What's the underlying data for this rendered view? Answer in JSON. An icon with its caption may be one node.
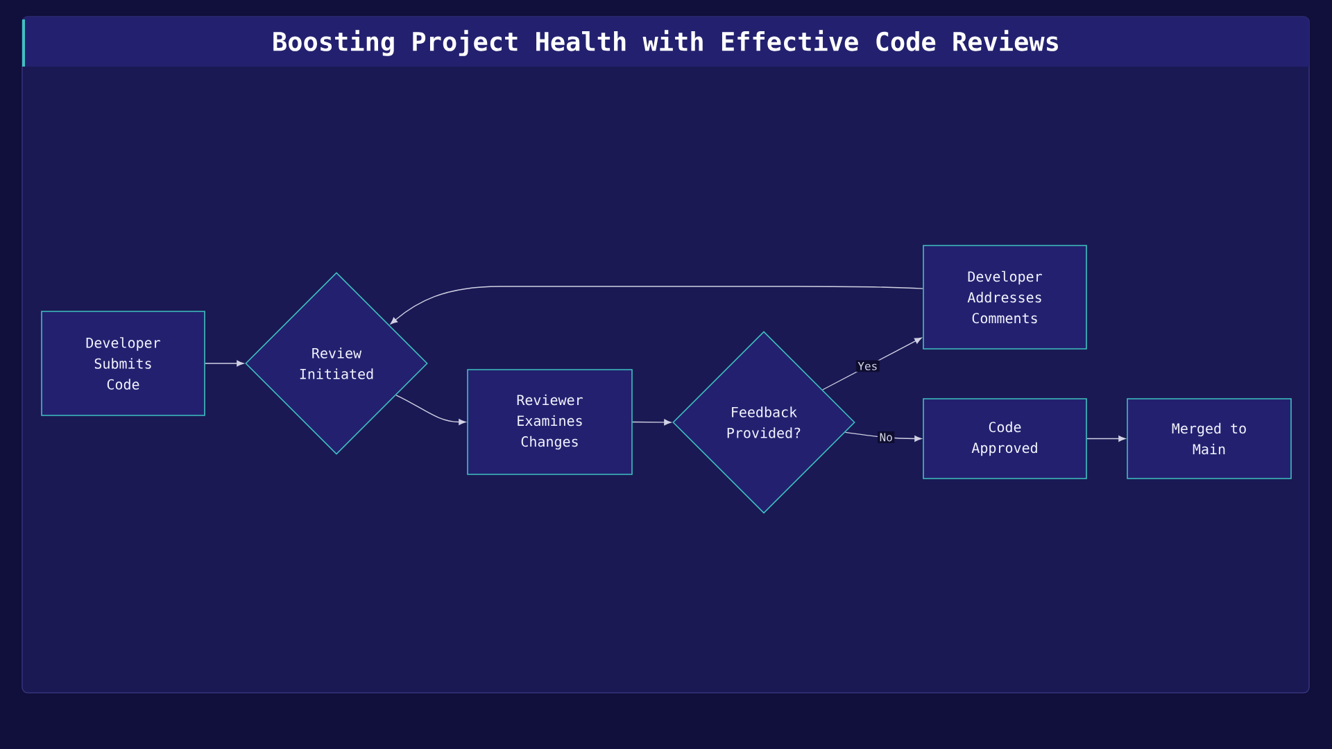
{
  "diagram": {
    "title": "Boosting Project Health with Effective Code Reviews",
    "nodes": [
      {
        "text": [
          "Developer Submits Code"
        ]
      },
      {
        "text": [
          "Review Initiated"
        ]
      },
      {
        "text": [
          "Reviewer Examines Changes"
        ]
      },
      {
        "text": [
          "Feedback Provided?"
        ]
      },
      {
        "text": [
          "Developer Addresses Comments"
        ]
      },
      {
        "text": [
          "Code Approved"
        ]
      },
      {
        "text": [
          "Merged to Main"
        ]
      }
    ],
    "edges": [
      {
        "from": 0,
        "to": 1,
        "arrow": "to"
      },
      {
        "from": 1,
        "to": 2,
        "arrow": "to"
      },
      {
        "from": 2,
        "to": 3,
        "arrow": "to"
      },
      {
        "from": 3,
        "to": 4,
        "arrow": "to",
        "label": "Yes"
      },
      {
        "from": 3,
        "to": 5,
        "arrow": "to",
        "label": "No"
      },
      {
        "from": 5,
        "to": 6,
        "arrow": "to"
      },
      {
        "from": 4,
        "to": 1,
        "arrow": "to"
      }
    ]
  }
}
